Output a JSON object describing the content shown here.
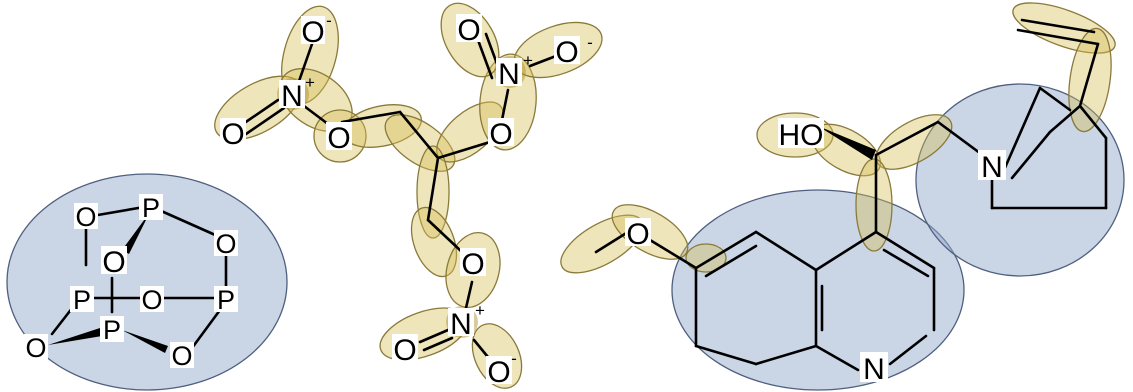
{
  "molecules": [
    {
      "id": "p4o6",
      "atoms": {
        "o_tl": "O",
        "p_top": "P",
        "o_tr": "O",
        "o_left": "O",
        "o_center": "O",
        "p_left": "P",
        "o_mid": "O",
        "p_right": "P",
        "o_bl": "O",
        "p_bottom": "P",
        "o_br": "O"
      }
    },
    {
      "id": "nitroglycerin",
      "groups": [
        {
          "n": "N",
          "n_charge": "+",
          "o_double": "O",
          "o_minus": "O",
          "o_minus_charge": "-",
          "o_link": "O"
        },
        {
          "n": "N",
          "n_charge": "+",
          "o_double": "O",
          "o_minus": "O",
          "o_minus_charge": "-",
          "o_link": "O"
        },
        {
          "n": "N",
          "n_charge": "+",
          "o_double": "O",
          "o_minus": "O",
          "o_minus_charge": "-",
          "o_link": "O"
        }
      ]
    },
    {
      "id": "quinine",
      "atoms": {
        "ho": "HO",
        "o_methoxy": "O",
        "n_quinuclidine": "N",
        "n_quinoline": "N"
      }
    }
  ],
  "highlight_colors": {
    "fragment_fill": "#d6be54",
    "ring_fill": "#96acce"
  }
}
